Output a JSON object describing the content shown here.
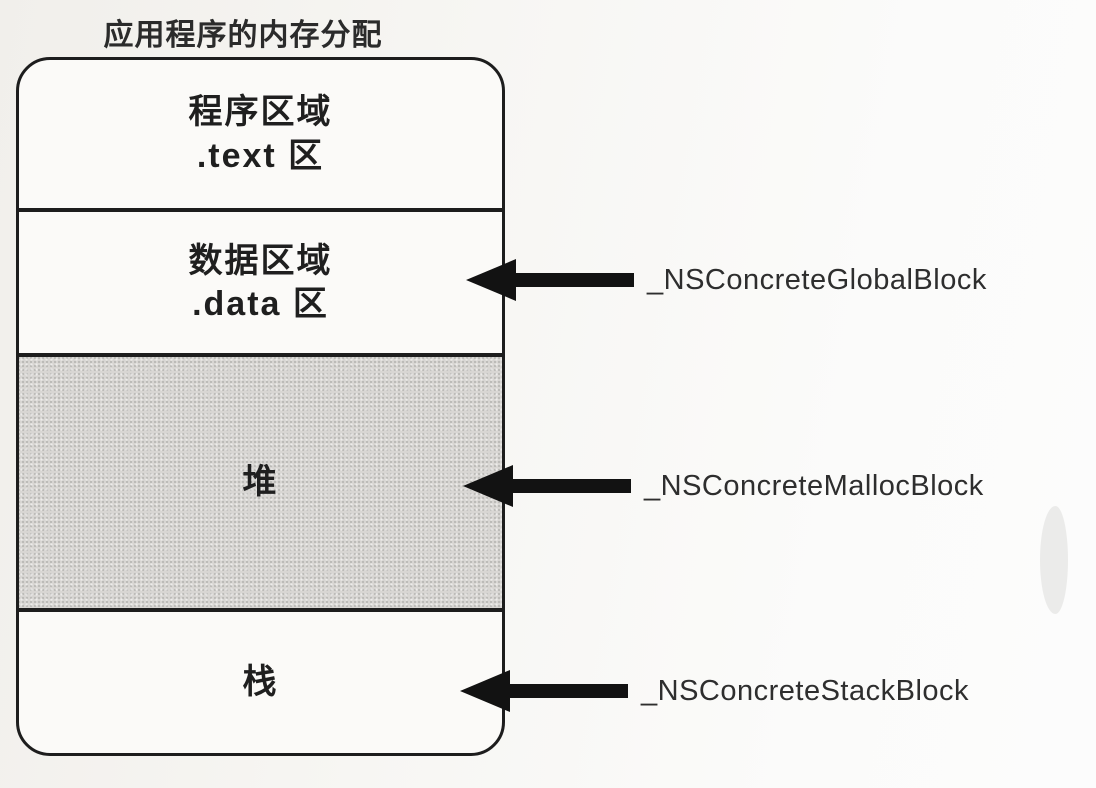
{
  "title": "应用程序的内存分配",
  "diagram": {
    "sections": [
      {
        "id": "text-segment",
        "lines": [
          "程序区域",
          ".text 区"
        ]
      },
      {
        "id": "data-segment",
        "lines": [
          "数据区域",
          ".data 区"
        ]
      },
      {
        "id": "heap-segment",
        "lines": [
          "堆"
        ]
      },
      {
        "id": "stack-segment",
        "lines": [
          "栈"
        ]
      }
    ],
    "annotations": [
      {
        "target": "data-segment",
        "label": "_NSConcreteGlobalBlock"
      },
      {
        "target": "heap-segment",
        "label": "_NSConcreteMallocBlock"
      },
      {
        "target": "stack-segment",
        "label": "_NSConcreteStackBlock"
      }
    ],
    "colors": {
      "ink": "#1d1d1d",
      "heap_fill": "#d8d6d3",
      "page_background": "#f6f4f1",
      "section_background": "#fbfaf8"
    }
  }
}
